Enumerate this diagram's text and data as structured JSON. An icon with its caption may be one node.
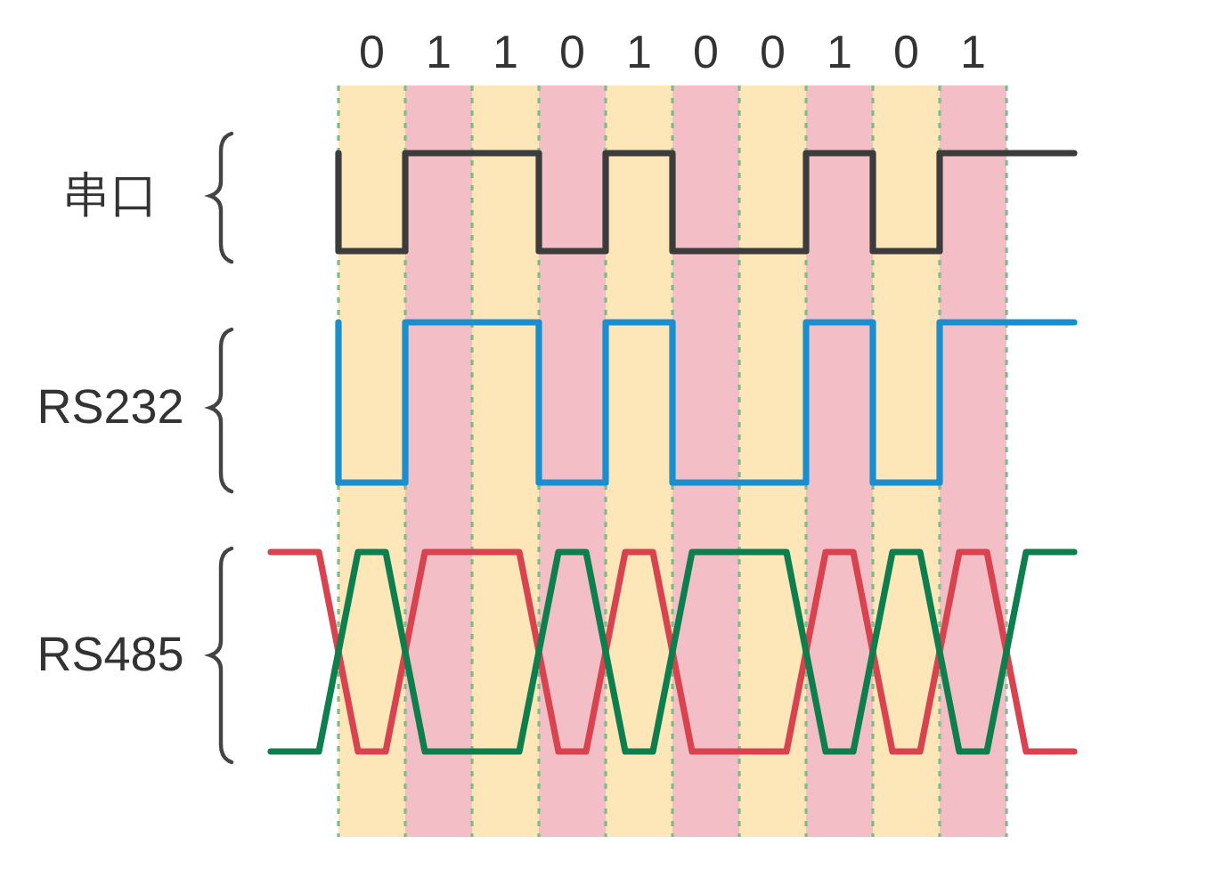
{
  "diagram": {
    "labels": [
      "0",
      "1",
      "1",
      "0",
      "1",
      "0",
      "0",
      "1",
      "0",
      "1",
      "串口",
      "RS232",
      "RS485"
    ]
  }
}
